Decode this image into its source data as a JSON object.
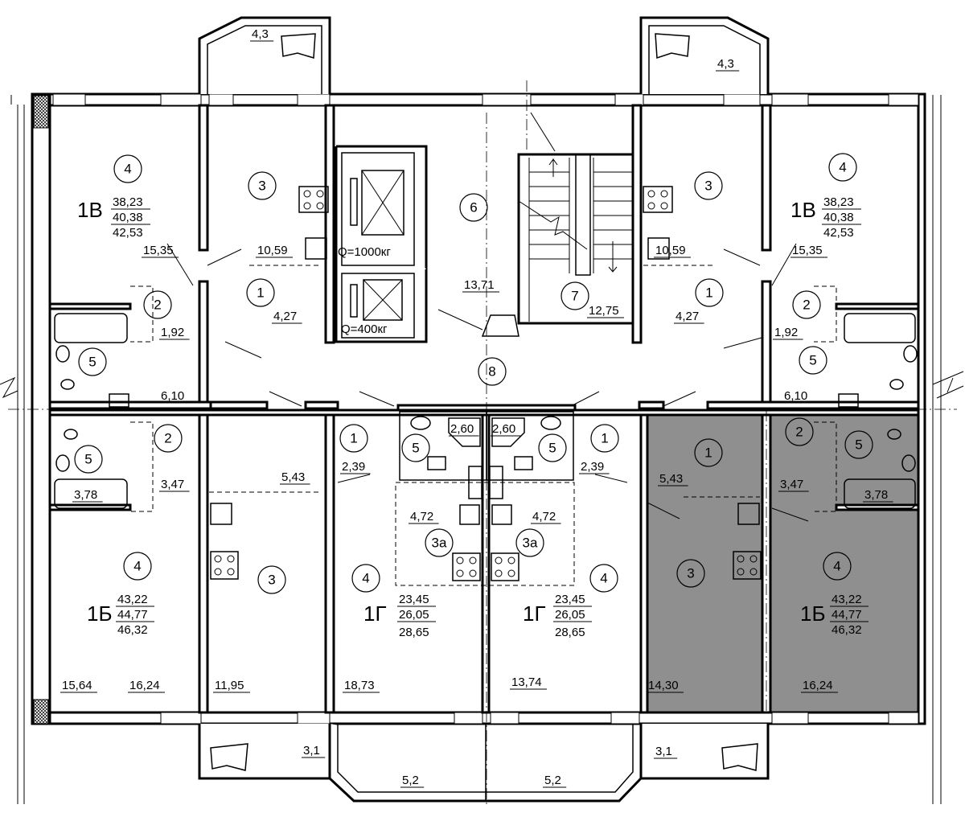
{
  "rooms": {
    "r4_tl": "4",
    "r3_tl": "3",
    "r1_tl": "1",
    "r2_tl": "2",
    "r5_tl": "5",
    "r6": "6",
    "r7": "7",
    "r8": "8",
    "r3_tr": "3",
    "r4_tr": "4",
    "r1_tr": "1",
    "r2_tr": "2",
    "r5_tr": "5",
    "r2_bl": "2",
    "r5_bl": "5",
    "r4_bl": "4",
    "r3_bl": "3",
    "r1_bcl": "1",
    "r5_bcl": "5",
    "r4_bcl": "4",
    "r3a_l": "3а",
    "r5_bcr": "5",
    "r1_bcr": "1",
    "r4_bcr": "4",
    "r3a_r": "3а",
    "r1_br": "1",
    "r2_br": "2",
    "r5_br": "5",
    "r3_br": "3",
    "r4_br": "4"
  },
  "apartments": {
    "tl": {
      "code": "1В",
      "area1": "38,23",
      "area2": "40,38",
      "area3": "42,53"
    },
    "tr": {
      "code": "1В",
      "area1": "38,23",
      "area2": "40,38",
      "area3": "42,53"
    },
    "bl": {
      "code": "1Б",
      "area1": "43,22",
      "area2": "44,77",
      "area3": "46,32"
    },
    "bcl": {
      "code": "1Г",
      "area1": "23,45",
      "area2": "26,05",
      "area3": "28,65"
    },
    "bcr": {
      "code": "1Г",
      "area1": "23,45",
      "area2": "26,05",
      "area3": "28,65"
    },
    "br": {
      "code": "1Б",
      "area1": "43,22",
      "area2": "44,77",
      "area3": "46,32"
    }
  },
  "areas": {
    "balc_tl": "4,3",
    "balc_tr": "4,3",
    "a15_35_l": "15,35",
    "a10_59_l": "10,59",
    "a4_27_l": "4,27",
    "a1_92_l": "1,92",
    "a6_10_l": "6,10",
    "a13_71": "13,71",
    "a12_75": "12,75",
    "a10_59_r": "10,59",
    "a15_35_r": "15,35",
    "a4_27_r": "4,27",
    "a1_92_r": "1,92",
    "a6_10_r": "6,10",
    "a2_60_l": "2,60",
    "a2_60_r": "2,60",
    "a3_78_l": "3,78",
    "a3_47_l": "3,47",
    "a5_43_l": "5,43",
    "a2_39_l": "2,39",
    "a4_72_l": "4,72",
    "a4_72_r": "4,72",
    "a2_39_r": "2,39",
    "a5_43_r": "5,43",
    "a3_47_r": "3,47",
    "a3_78_r": "3,78",
    "a15_64": "15,64",
    "a16_24_l": "16,24",
    "a11_95": "11,95",
    "a18_73": "18,73",
    "a13_74": "13,74",
    "a14_30": "14,30",
    "a16_24_r": "16,24",
    "balc_bl": "3,1",
    "balc_bcl": "5,2",
    "balc_bcr": "5,2",
    "balc_br": "3,1"
  },
  "elevators": {
    "big": "Q=1000кг",
    "small": "Q=400кг"
  },
  "colors": {
    "highlight": "#8f8f8f",
    "lines": "#000000",
    "background": "#ffffff"
  }
}
